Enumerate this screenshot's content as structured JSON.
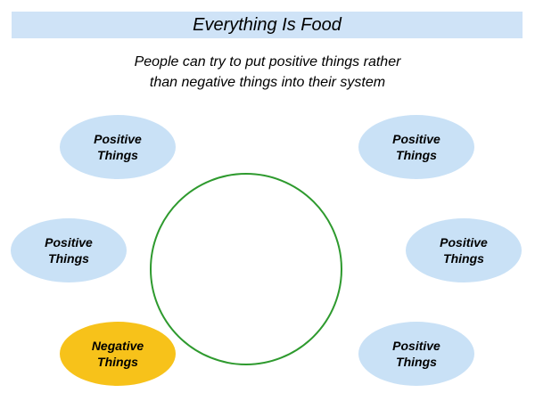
{
  "title": "Everything Is Food",
  "subtitle": {
    "line1": "People can try to put positive things rather",
    "line2": "than negative things into their system"
  },
  "nodes": [
    {
      "line1": "Positive",
      "line2": "Things"
    },
    {
      "line1": "Positive",
      "line2": "Things"
    },
    {
      "line1": "Positive",
      "line2": "Things"
    },
    {
      "line1": "Positive",
      "line2": "Things"
    },
    {
      "line1": "Negative",
      "line2": "Things"
    },
    {
      "line1": "Positive",
      "line2": "Things"
    }
  ],
  "colors": {
    "title_bar": "#cfe3f7",
    "positive_oval": "#c9e1f6",
    "negative_oval": "#f7c21a",
    "center_circle_stroke": "#2e9a2e"
  }
}
